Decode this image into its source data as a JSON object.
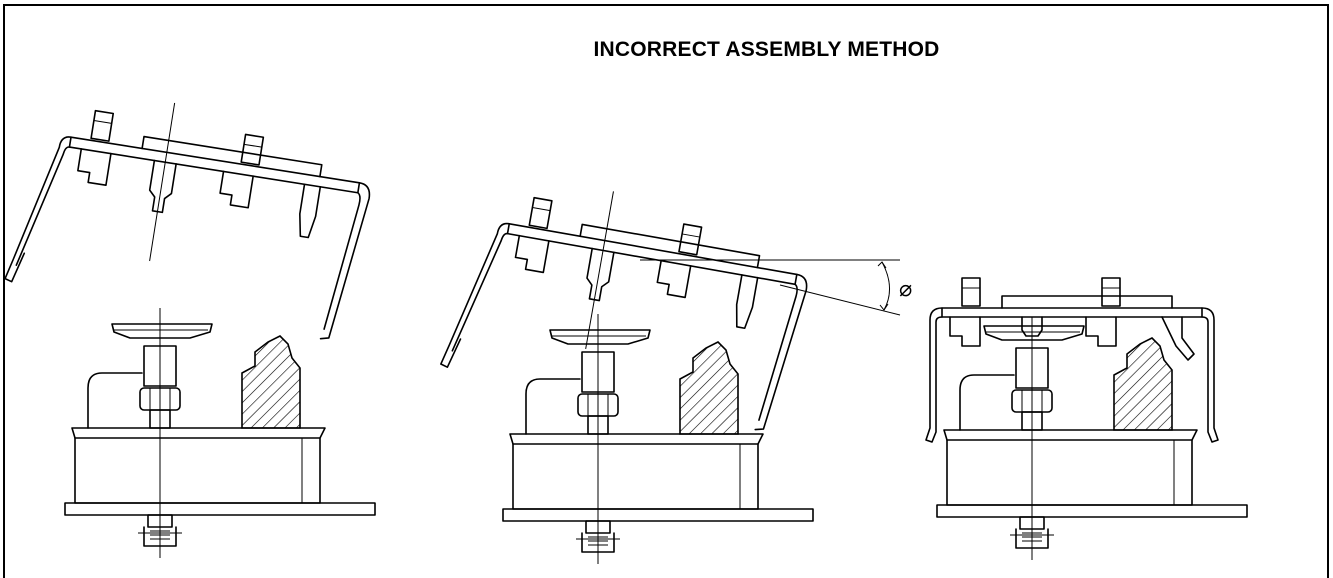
{
  "header": {
    "title": "INCORRECT ASSEMBLY METHOD"
  },
  "annotation": {
    "angle_symbol": "⌀"
  },
  "figures": [
    {
      "name": "cover-tilted-above"
    },
    {
      "name": "cover-tilted-engaged"
    },
    {
      "name": "cover-seated-incorrect"
    }
  ]
}
